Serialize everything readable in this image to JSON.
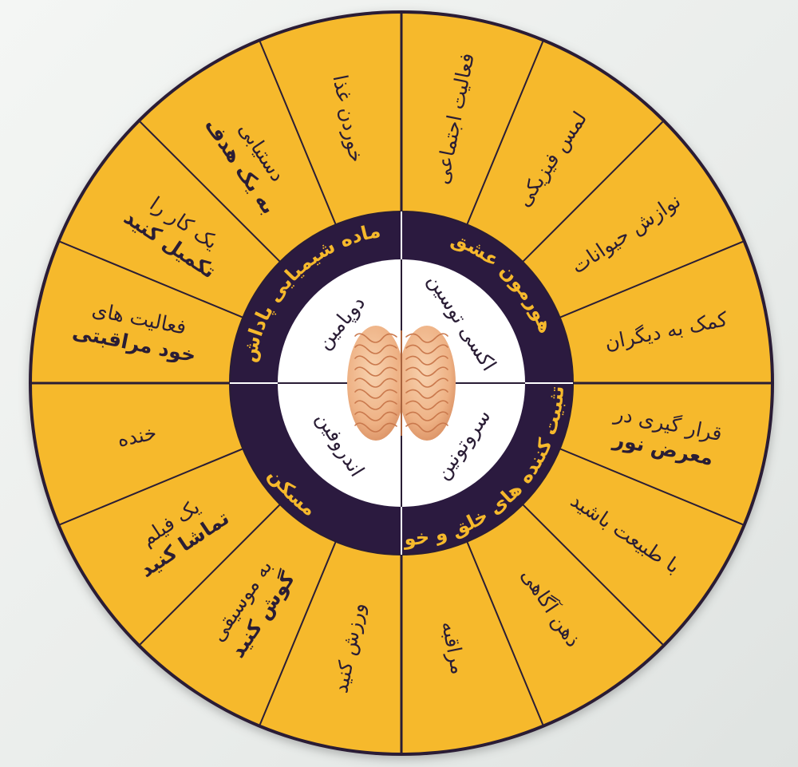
{
  "colors": {
    "segment": "#f6b92c",
    "ring": "#2b1a3f",
    "line": "#2a1d35",
    "inner": "#ffffff",
    "brain": "#f0b98e"
  },
  "quadrants": [
    {
      "hormone": "اکسی توسین",
      "role": "هورمون عشق"
    },
    {
      "hormone": "سروتونین",
      "role": "تثبیت کننده های خلق و خو"
    },
    {
      "hormone": "اندروفین",
      "role": "مسکن"
    },
    {
      "hormone": "دوپامین",
      "role": "ماده شیمیایی پاداش"
    }
  ],
  "segments": [
    {
      "lines": [
        "فعالیت اجتماعی"
      ]
    },
    {
      "lines": [
        "لمس فیزیکی"
      ]
    },
    {
      "lines": [
        "نوازش حیوانات"
      ]
    },
    {
      "lines": [
        "کمک به دیگران"
      ]
    },
    {
      "lines": [
        "قرار گیری در",
        "معرض نور"
      ]
    },
    {
      "lines": [
        "با طبیعت باشید"
      ]
    },
    {
      "lines": [
        "ذهن آگاهی"
      ]
    },
    {
      "lines": [
        "مراقبه"
      ]
    },
    {
      "lines": [
        "ورزش کنید"
      ]
    },
    {
      "lines": [
        "به موسیقی",
        "گوش کنید"
      ]
    },
    {
      "lines": [
        "یک فیلم",
        "تماشا کنید"
      ]
    },
    {
      "lines": [
        "خنده"
      ]
    },
    {
      "lines": [
        "فعالیت های",
        "خود مراقبتی"
      ]
    },
    {
      "lines": [
        "یک کار را",
        "تکمیل کنید"
      ]
    },
    {
      "lines": [
        "دستیابی",
        "به یک هدف"
      ]
    },
    {
      "lines": [
        "خوردن غذا"
      ]
    }
  ]
}
